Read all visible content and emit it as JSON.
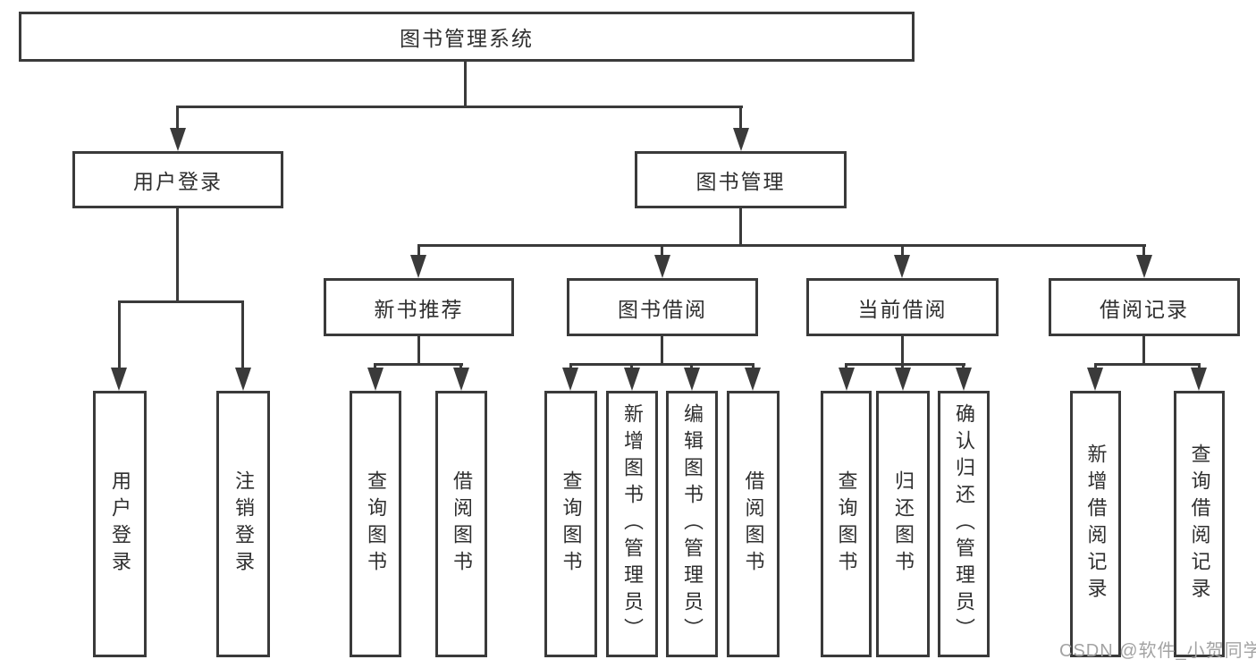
{
  "diagram": {
    "title": "图书管理系统",
    "nodes": {
      "root": "图书管理系统",
      "user_login": "用户登录",
      "book_mgmt": "图书管理",
      "new_book": "新书推荐",
      "book_borrow": "图书借阅",
      "current_borrow": "当前借阅",
      "borrow_records": "借阅记录",
      "leaf_user_login": "用户登录",
      "leaf_logout": "注销登录",
      "nb_query_book": "查询图书",
      "nb_borrow_book": "借阅图书",
      "bb_query_book": "查询图书",
      "bb_add_book": "新增图书（管理员）",
      "bb_edit_book": "编辑图书（管理员）",
      "bb_borrow_book": "借阅图书",
      "cb_query_book": "查询图书",
      "cb_return_book": "归还图书",
      "cb_confirm_return": "确认归还（管理员）",
      "br_add_record": "新增借阅记录",
      "br_query_record": "查询借阅记录"
    },
    "watermark": "CSDN @软件_小贺同学",
    "colors": {
      "line": "#3a3a3a",
      "text": "#2f2f2f",
      "watermark": "#a3a3a3",
      "background": "#ffffff"
    }
  }
}
